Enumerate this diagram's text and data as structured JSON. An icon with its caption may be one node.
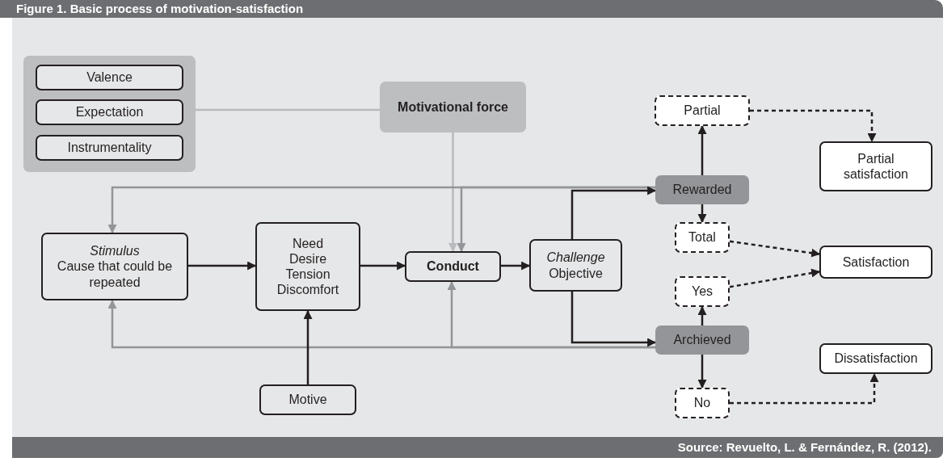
{
  "diagram": {
    "title": "Figure 1. Basic process of motivation-satisfaction",
    "caption": "Source: Revuelto, L. & Fernández, R. (2012).",
    "nodes": [
      {
        "text": [],
        "shape": "box"
      },
      {
        "text": [
          "Valence"
        ],
        "in": 0
      },
      {
        "text": [
          "Expectation"
        ],
        "in": 0
      },
      {
        "text": [
          "Instrumentality"
        ],
        "in": 0
      },
      {
        "text": [
          "Motivational force"
        ]
      },
      {
        "text": [
          "Stimulus",
          "Cause that could be repeated"
        ]
      },
      {
        "text": [
          "Need Desire Tension Discomfort"
        ]
      },
      {
        "text": [
          "Conduct"
        ]
      },
      {
        "text": [
          "Challenge",
          "Objective"
        ]
      },
      {
        "text": [
          "Rewarded"
        ]
      },
      {
        "text": [
          "Archieved"
        ]
      },
      {
        "text": [
          "Partial"
        ]
      },
      {
        "text": [
          "Partial satisfaction"
        ]
      },
      {
        "text": [
          "Total"
        ]
      },
      {
        "text": [
          "Satisfaction"
        ]
      },
      {
        "text": [
          "Yes"
        ]
      },
      {
        "text": [
          "Dissatisfaction"
        ]
      },
      {
        "text": [
          "No"
        ]
      },
      {
        "text": [
          "Motive"
        ]
      }
    ],
    "edges": [
      {
        "from": 0,
        "to": 4,
        "arrow": "none",
        "color": "#b9babd"
      },
      {
        "from": 4,
        "to": 7,
        "arrow": "to",
        "color": "#b9babd"
      },
      {
        "from": 9,
        "to": 5,
        "arrow": "to",
        "color": "#939598"
      },
      {
        "from": 9,
        "to": 7,
        "arrow": "to",
        "color": "#939598"
      },
      {
        "from": 10,
        "to": 5,
        "arrow": "to",
        "color": "#939598"
      },
      {
        "from": 10,
        "to": 7,
        "arrow": "to",
        "color": "#939598"
      },
      {
        "from": 5,
        "to": 6,
        "arrow": "to"
      },
      {
        "from": 6,
        "to": 7,
        "arrow": "to"
      },
      {
        "from": 7,
        "to": 8,
        "arrow": "to"
      },
      {
        "from": 8,
        "to": 9,
        "arrow": "to"
      },
      {
        "from": 8,
        "to": 10,
        "arrow": "to"
      },
      {
        "from": 18,
        "to": 6,
        "arrow": "to"
      },
      {
        "from": 9,
        "to": 11,
        "arrow": "to"
      },
      {
        "from": 9,
        "to": 13,
        "arrow": "to"
      },
      {
        "from": 10,
        "to": 15,
        "arrow": "to"
      },
      {
        "from": 10,
        "to": 17,
        "arrow": "to"
      },
      {
        "from": 11,
        "to": 12,
        "arrow": "to",
        "style": "dashed"
      },
      {
        "from": 13,
        "to": 14,
        "arrow": "to",
        "style": "dashed"
      },
      {
        "from": 15,
        "to": 14,
        "arrow": "to",
        "style": "dashed"
      },
      {
        "from": 17,
        "to": 16,
        "arrow": "to",
        "style": "dashed"
      }
    ]
  }
}
